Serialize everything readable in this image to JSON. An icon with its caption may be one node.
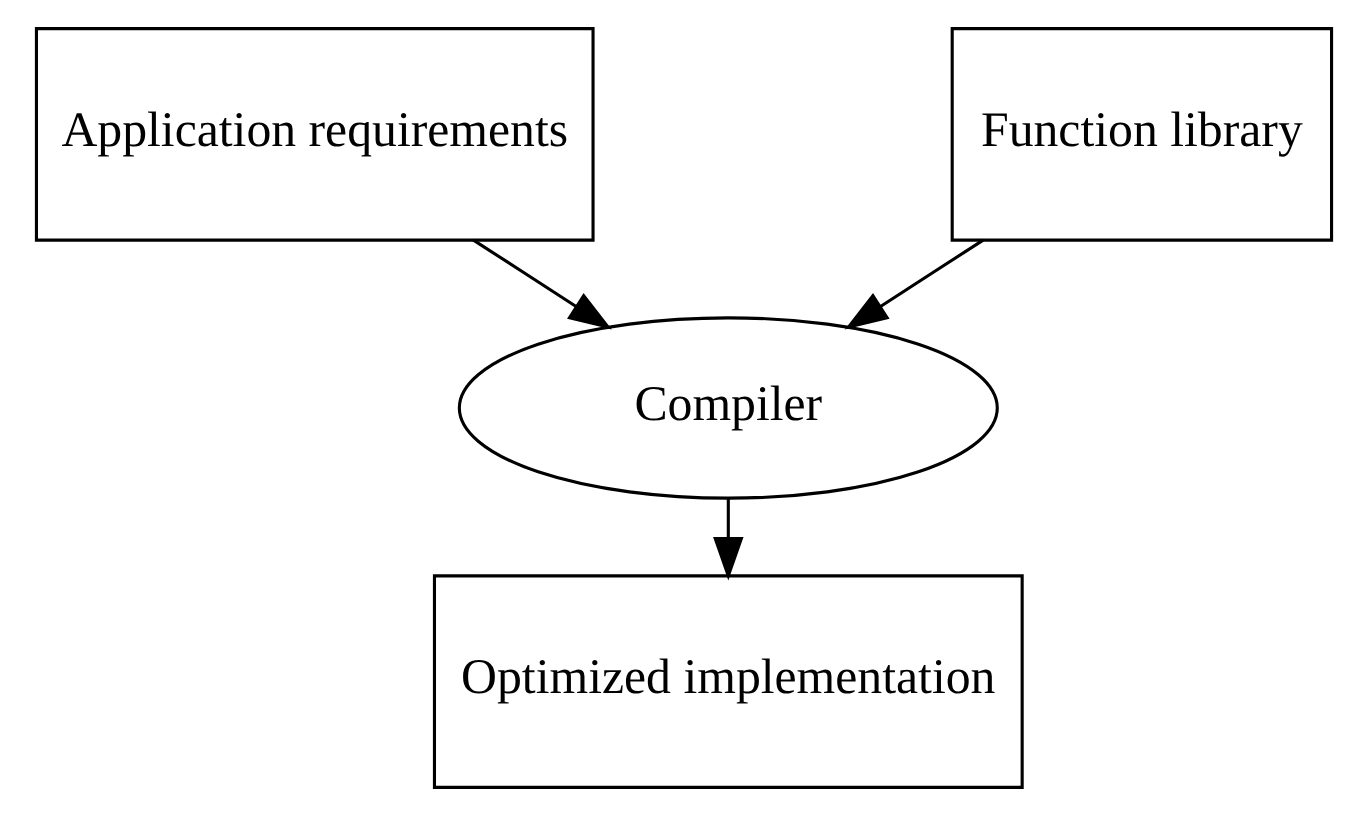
{
  "diagram": {
    "nodes": [
      {
        "text": [
          "Application requirements"
        ]
      },
      {
        "text": [
          "Function library"
        ]
      },
      {
        "text": [
          "Compiler"
        ]
      },
      {
        "text": [
          "Optimized implementation"
        ]
      }
    ],
    "edges": [
      {
        "from": 0,
        "to": 2,
        "arrow": "to"
      },
      {
        "from": 1,
        "to": 2,
        "arrow": "to"
      },
      {
        "from": 2,
        "to": 3,
        "arrow": "to"
      }
    ]
  }
}
